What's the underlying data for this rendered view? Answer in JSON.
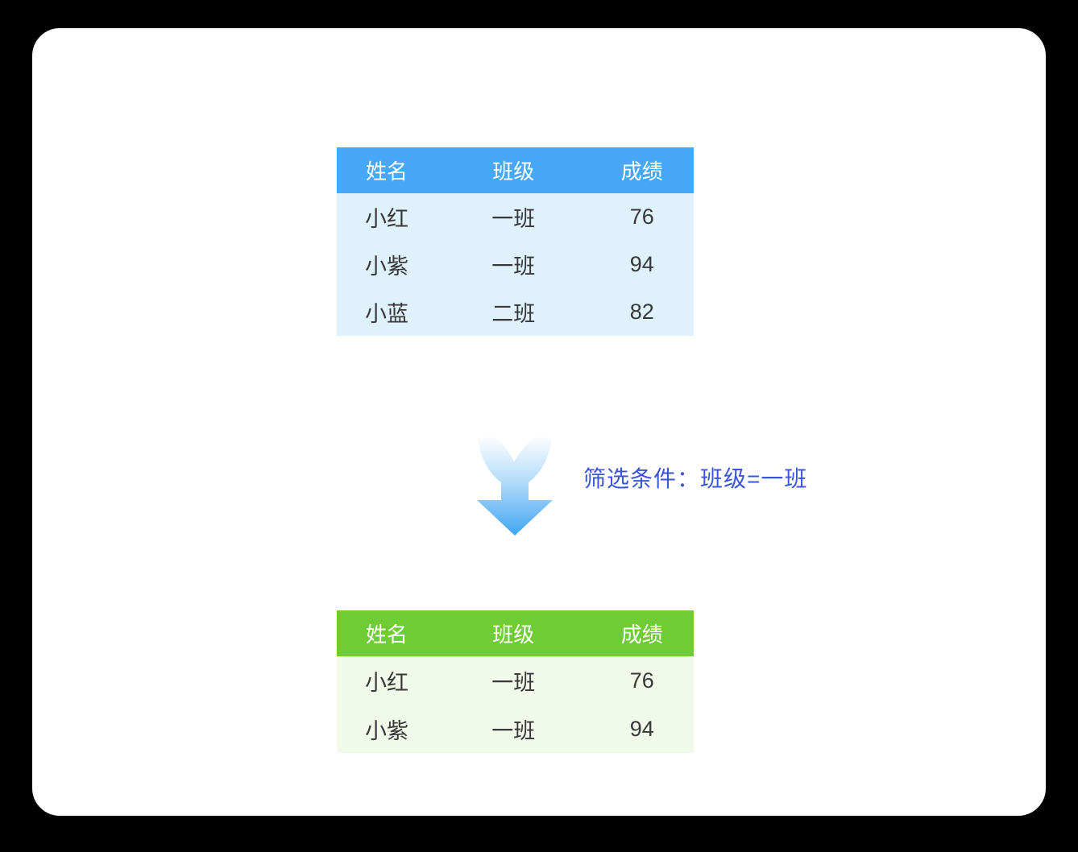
{
  "page": {
    "background_color": "#000000",
    "card_color": "#ffffff"
  },
  "highlight_color": "#2e6ce2",
  "source_table": {
    "header_color": "#47a7f8",
    "body_color": "#dff1fd",
    "header_text_color": "#ffffff",
    "columns": [
      "姓名",
      "班级",
      "成绩"
    ],
    "rows": [
      {
        "name": "小红",
        "class": "一班",
        "class_highlight": true,
        "score": "76"
      },
      {
        "name": "小紫",
        "class": "一班",
        "class_highlight": true,
        "score": "94"
      },
      {
        "name": "小蓝",
        "class": "二班",
        "class_highlight": false,
        "score": "82"
      }
    ]
  },
  "filter": {
    "label": "筛选条件：班级=一班",
    "text_color": "#3b55d9",
    "arrow_icon": "down-arrow",
    "arrow_gradient": [
      "#ffffff",
      "#b5dcfa",
      "#41a5f3"
    ]
  },
  "result_table": {
    "header_color": "#70cc35",
    "body_color": "#f1f9ea",
    "header_text_color": "#ffffff",
    "columns": [
      "姓名",
      "班级",
      "成绩"
    ],
    "rows": [
      {
        "name": "小红",
        "class": "一班",
        "class_highlight": true,
        "score": "76"
      },
      {
        "name": "小紫",
        "class": "一班",
        "class_highlight": true,
        "score": "94"
      }
    ]
  }
}
